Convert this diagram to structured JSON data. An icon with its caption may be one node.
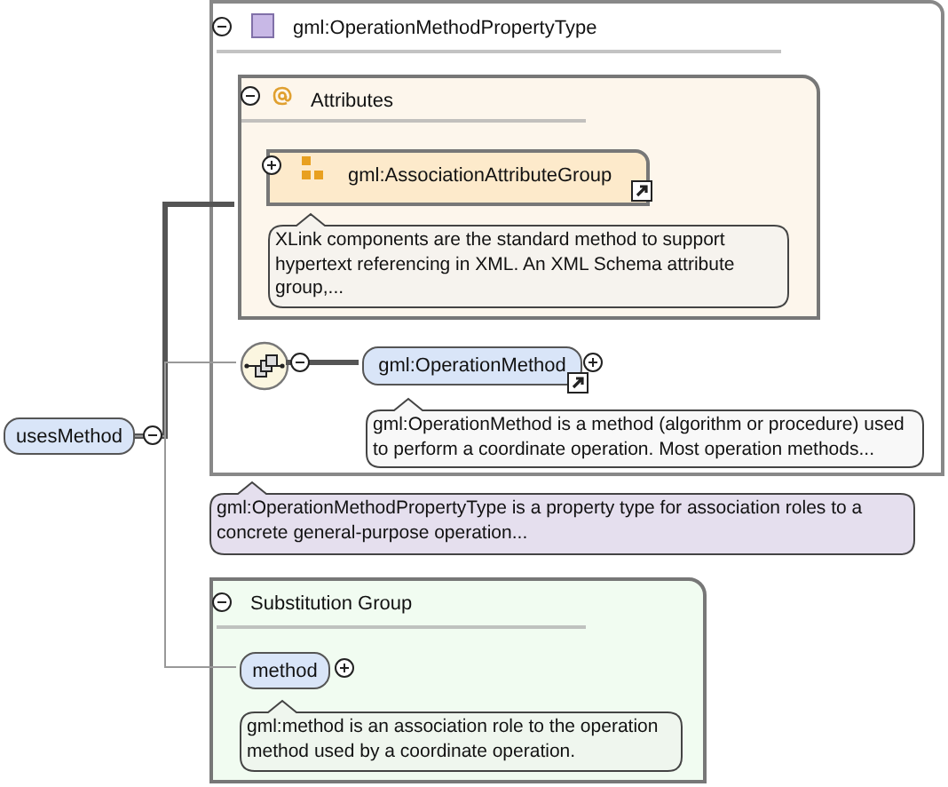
{
  "diagram": {
    "nodes": [
      {
        "text": [
          "usesMethod"
        ]
      },
      {
        "text": [
          "gml:OperationMethodPropertyType"
        ]
      },
      {
        "text": [
          "Attributes"
        ],
        "in": 1
      },
      {
        "text": [
          "gml:AssociationAttributeGroup"
        ],
        "in": 2
      },
      {
        "text": [
          "XLink components are the standard method to support hypertext referencing in XML. An XML Schema attribute group,..."
        ],
        "in": 2
      },
      {
        "text": [],
        "shape": "circle",
        "in": 1
      },
      {
        "text": [
          "gml:OperationMethod"
        ],
        "in": 1
      },
      {
        "text": [
          "gml:OperationMethod is a method (algorithm or procedure) used to perform a coordinate operation. Most operation methods..."
        ],
        "in": 1
      },
      {
        "text": [
          "gml:OperationMethodPropertyType is a property type for association roles to a concrete general-purpose operation..."
        ]
      },
      {
        "text": [
          "Substitution Group"
        ]
      },
      {
        "text": [
          "method"
        ],
        "in": 9
      },
      {
        "text": [
          "gml:method is an association role to the operation method used by a coordinate operation."
        ],
        "in": 9
      }
    ],
    "edges": [
      {
        "from": 0,
        "to": 2,
        "arrow": "none",
        "style": "thick"
      },
      {
        "from": 0,
        "to": 5,
        "arrow": "none"
      },
      {
        "from": 5,
        "to": 6,
        "arrow": "none",
        "style": "thick"
      },
      {
        "from": 0,
        "to": 10,
        "arrow": "none"
      }
    ]
  }
}
